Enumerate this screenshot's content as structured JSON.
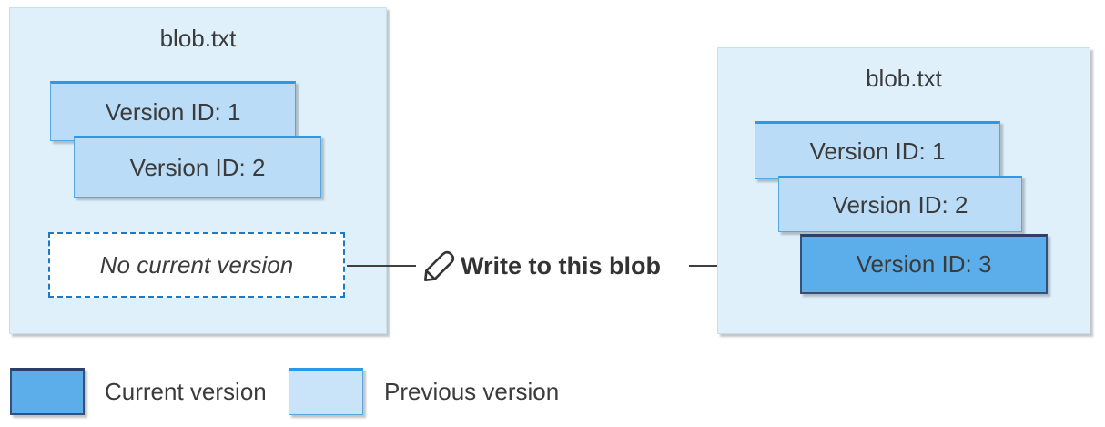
{
  "diagram": {
    "before_blob": {
      "title": "blob.txt",
      "versions": [
        "Version ID: 1",
        "Version ID: 2"
      ],
      "empty_slot_label": "No current version"
    },
    "action": {
      "label": "Write to this blob",
      "icon": "pencil-icon"
    },
    "after_blob": {
      "title": "blob.txt",
      "versions": [
        "Version ID: 1",
        "Version ID: 2",
        "Version ID: 3"
      ],
      "current_version": "Version ID: 3"
    },
    "legend": {
      "current": {
        "label": "Current version",
        "color": "#5baee9"
      },
      "previous": {
        "label": "Previous version",
        "color": "#c9e3f8"
      }
    },
    "colors": {
      "container_background": "#dff0fb",
      "previous_version_fill": "#bbdcf7",
      "previous_version_border": "#2b99e8",
      "current_version_fill": "#5baee9",
      "current_version_border": "#2c4066",
      "dashed_border": "#1b7ac6",
      "arrow": "#404040",
      "text": "#3b3b3b"
    }
  }
}
